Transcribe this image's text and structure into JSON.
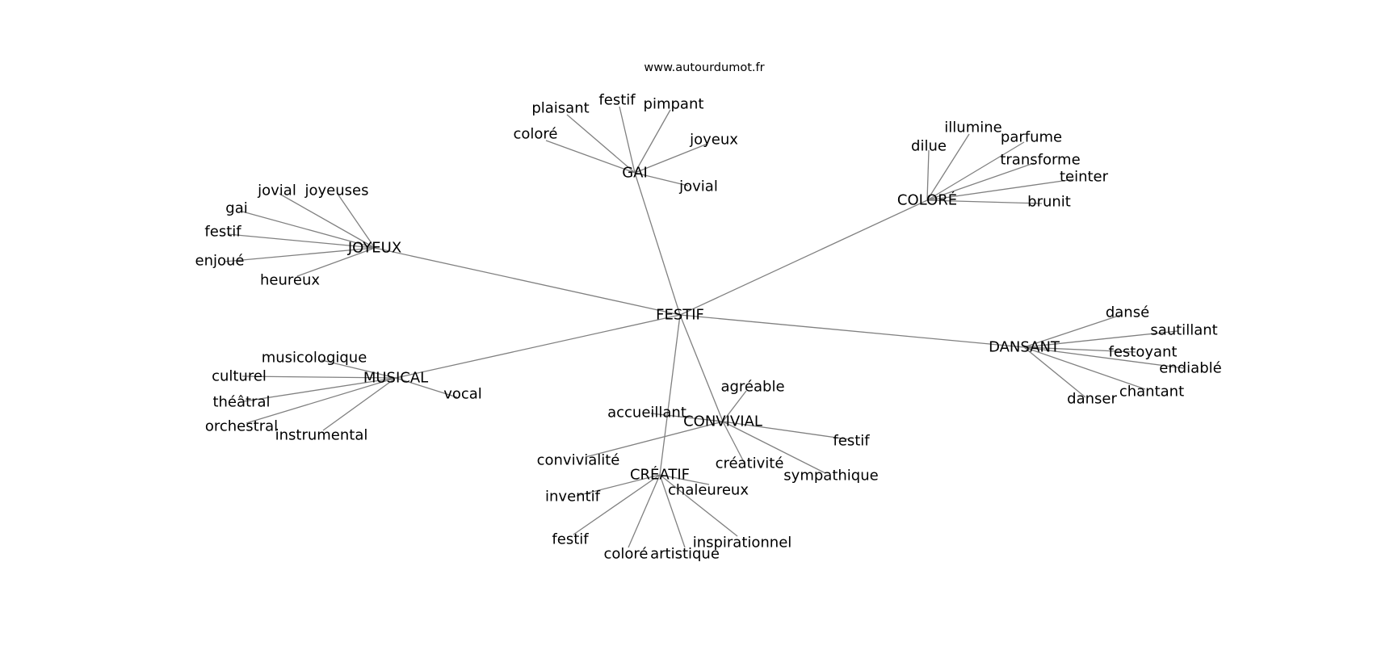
{
  "header": {
    "site_url": "www.autourdumot.fr"
  },
  "edge_color": "#808080",
  "text_color": "#000000",
  "graph": {
    "center": {
      "word": "FESTIF"
    },
    "groups": [
      {
        "word": "GAI",
        "neighbors": [
          "plaisant",
          "festif",
          "pimpant",
          "coloré",
          "joyeux",
          "jovial"
        ]
      },
      {
        "word": "COLORÉ",
        "neighbors": [
          "illumine",
          "dilue",
          "parfume",
          "transforme",
          "teinter",
          "brunit"
        ]
      },
      {
        "word": "JOYEUX",
        "neighbors": [
          "jovial",
          "joyeuses",
          "gai",
          "festif",
          "enjoué",
          "heureux"
        ]
      },
      {
        "word": "MUSICAL",
        "neighbors": [
          "musicologique",
          "culturel",
          "théâtral",
          "orchestral",
          "instrumental",
          "vocal"
        ]
      },
      {
        "word": "DANSANT",
        "neighbors": [
          "dansé",
          "sautillant",
          "festoyant",
          "endiablé",
          "chantant",
          "danser"
        ]
      },
      {
        "word": "CONVIVIAL",
        "neighbors": [
          "agréable",
          "accueillant",
          "festif",
          "convivialité",
          "créativité",
          "sympathique"
        ]
      },
      {
        "word": "CRÉATIF",
        "neighbors": [
          "chaleureux",
          "inventif",
          "festif",
          "coloré",
          "artistique",
          "inspirationnel"
        ]
      }
    ]
  }
}
